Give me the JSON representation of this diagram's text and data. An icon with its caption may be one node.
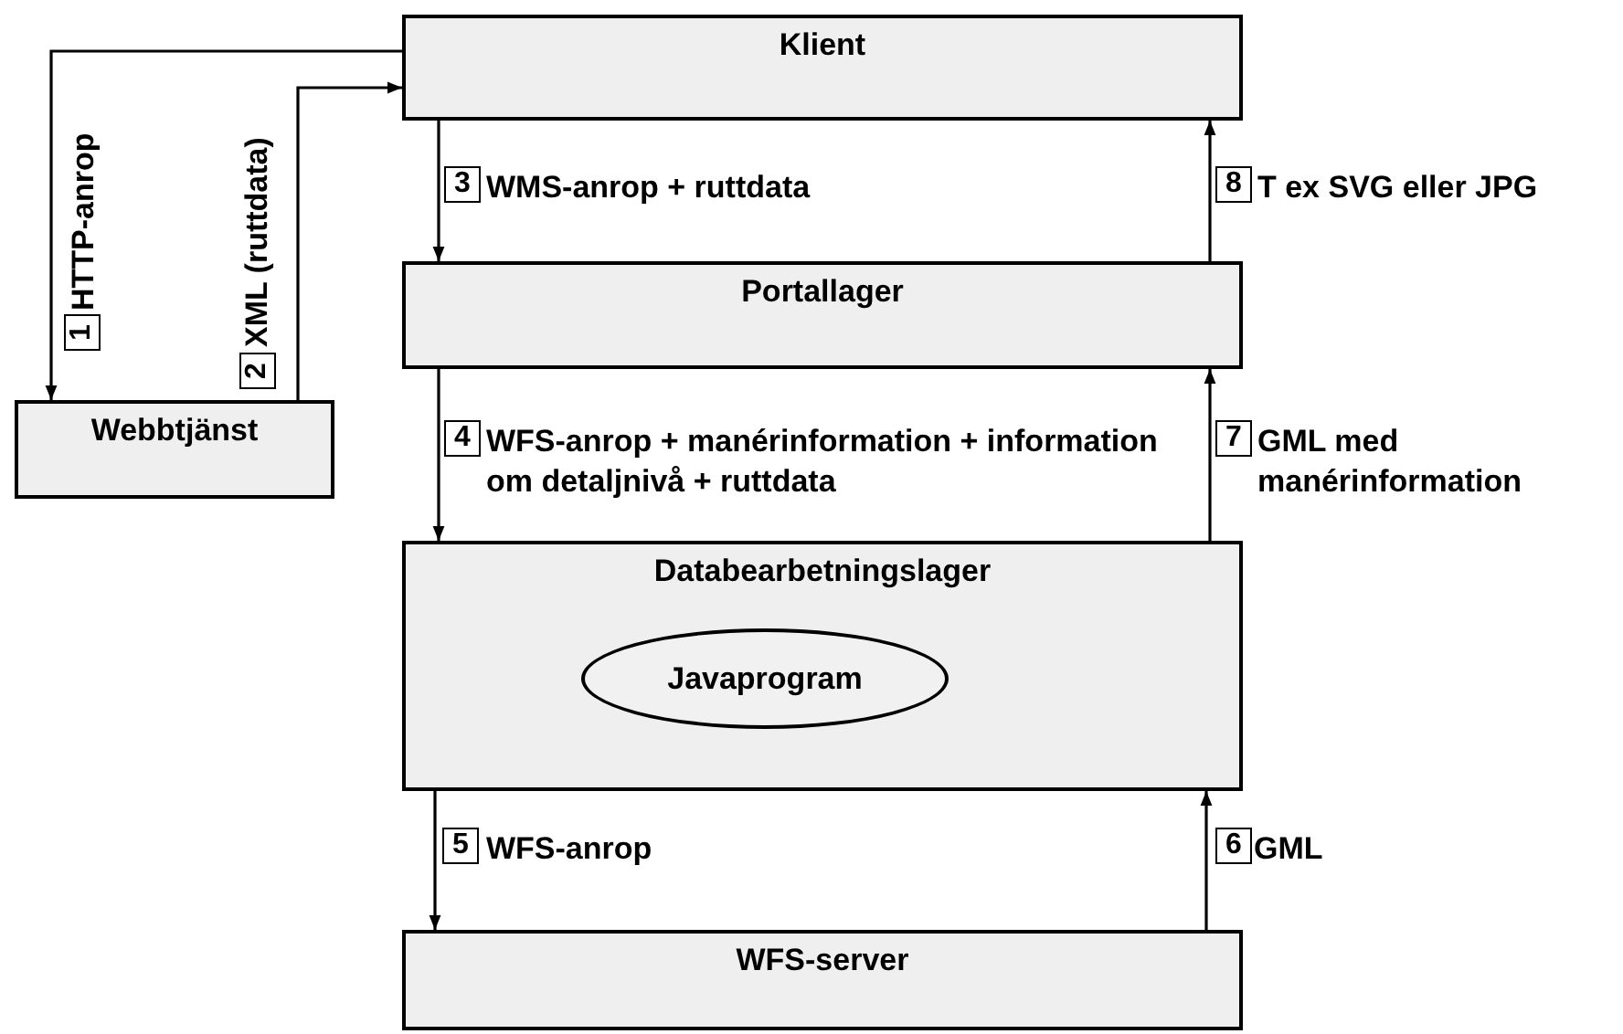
{
  "diagram": {
    "nodes": [
      {
        "text": [
          "Klient"
        ]
      },
      {
        "text": [
          "Portallager"
        ]
      },
      {
        "text": [
          "Webbtjänst"
        ]
      },
      {
        "text": [
          "Databearbetningslager"
        ]
      },
      {
        "text": [
          "Javaprogram"
        ],
        "in": 3
      },
      {
        "text": [
          "WFS-server"
        ]
      }
    ],
    "edges": [
      {
        "from": 0,
        "to": 2,
        "arrow": "to",
        "label": "HTTP-anrop"
      },
      {
        "from": 2,
        "to": 0,
        "arrow": "to",
        "label": "XML (ruttdata)"
      },
      {
        "from": 0,
        "to": 1,
        "arrow": "to",
        "label": "WMS-anrop + ruttdata"
      },
      {
        "from": 1,
        "to": 0,
        "arrow": "to",
        "label": "T ex SVG eller JPG"
      },
      {
        "from": 1,
        "to": 3,
        "arrow": "to",
        "label": "WFS-anrop + manérinformation + information om detaljnivå + ruttdata"
      },
      {
        "from": 3,
        "to": 1,
        "arrow": "to",
        "label": "GML med manérinformation"
      },
      {
        "from": 3,
        "to": 5,
        "arrow": "to",
        "label": "WFS-anrop"
      },
      {
        "from": 5,
        "to": 3,
        "arrow": "to",
        "label": "GML"
      }
    ],
    "labels": [
      "1",
      "2",
      "3",
      "8",
      "4",
      "7",
      "5",
      "6"
    ]
  }
}
